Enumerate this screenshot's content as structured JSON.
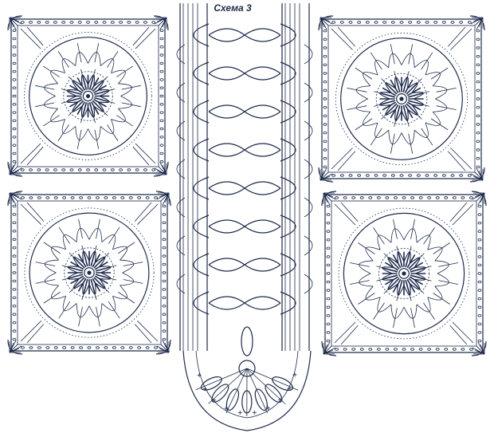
{
  "title": "Схема 3",
  "colors": {
    "ink": "#1d2a4a",
    "background": "#ffffff"
  },
  "motifs": [
    {
      "name": "motif-top-left"
    },
    {
      "name": "motif-top-right"
    },
    {
      "name": "motif-bottom-left"
    },
    {
      "name": "motif-bottom-right"
    }
  ],
  "strip": {
    "name": "center-strip",
    "loop_rows": 8
  }
}
